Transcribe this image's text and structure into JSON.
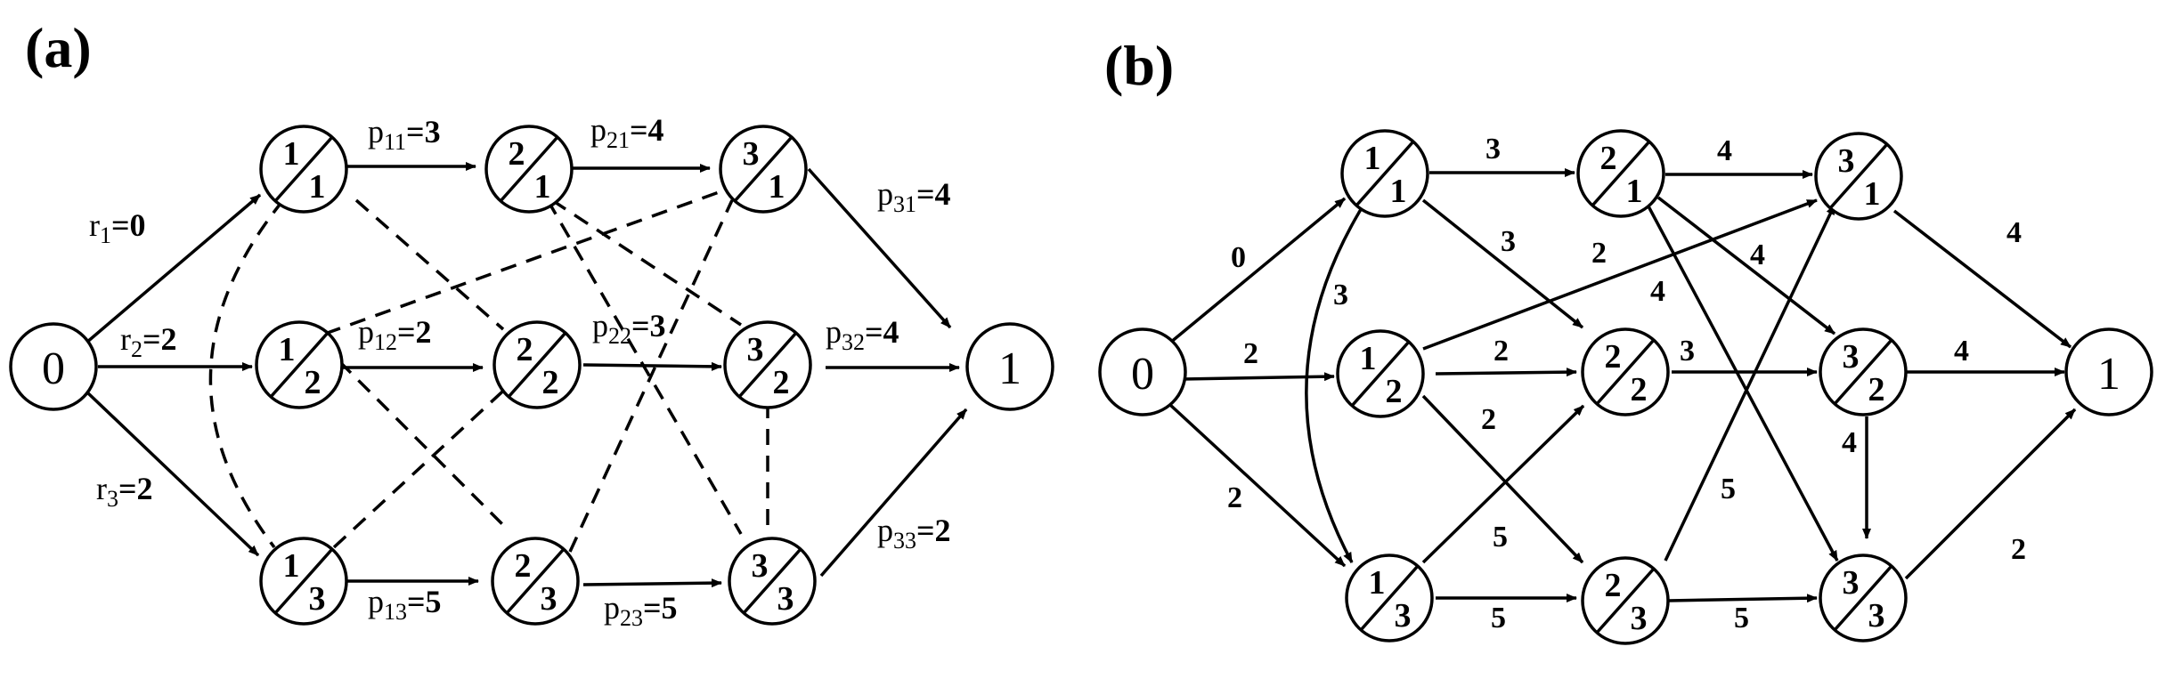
{
  "panel_a": {
    "label": "(a)",
    "source": "0",
    "sink": "1",
    "nodes": [
      {
        "id": "11",
        "num": "1",
        "den": "1"
      },
      {
        "id": "21",
        "num": "2",
        "den": "1"
      },
      {
        "id": "31",
        "num": "3",
        "den": "1"
      },
      {
        "id": "12",
        "num": "1",
        "den": "2"
      },
      {
        "id": "22",
        "num": "2",
        "den": "2"
      },
      {
        "id": "32",
        "num": "3",
        "den": "2"
      },
      {
        "id": "13",
        "num": "1",
        "den": "3"
      },
      {
        "id": "23",
        "num": "2",
        "den": "3"
      },
      {
        "id": "33",
        "num": "3",
        "den": "3"
      }
    ],
    "edge_labels": [
      {
        "base": "r",
        "sub": "1",
        "value": "0"
      },
      {
        "base": "r",
        "sub": "2",
        "value": "2"
      },
      {
        "base": "r",
        "sub": "3",
        "value": "2"
      },
      {
        "base": "p",
        "sub": "11",
        "value": "3"
      },
      {
        "base": "p",
        "sub": "21",
        "value": "4"
      },
      {
        "base": "p",
        "sub": "31",
        "value": "4"
      },
      {
        "base": "p",
        "sub": "12",
        "value": "2"
      },
      {
        "base": "p",
        "sub": "22",
        "value": "3"
      },
      {
        "base": "p",
        "sub": "32",
        "value": "4"
      },
      {
        "base": "p",
        "sub": "13",
        "value": "5"
      },
      {
        "base": "p",
        "sub": "23",
        "value": "5"
      },
      {
        "base": "p",
        "sub": "33",
        "value": "2"
      }
    ]
  },
  "panel_b": {
    "label": "(b)",
    "source": "0",
    "sink": "1",
    "nodes": [
      {
        "id": "11",
        "num": "1",
        "den": "1"
      },
      {
        "id": "21",
        "num": "2",
        "den": "1"
      },
      {
        "id": "31",
        "num": "3",
        "den": "1"
      },
      {
        "id": "12",
        "num": "1",
        "den": "2"
      },
      {
        "id": "22",
        "num": "2",
        "den": "2"
      },
      {
        "id": "32",
        "num": "3",
        "den": "2"
      },
      {
        "id": "13",
        "num": "1",
        "den": "3"
      },
      {
        "id": "23",
        "num": "2",
        "den": "3"
      },
      {
        "id": "33",
        "num": "3",
        "den": "3"
      }
    ],
    "edge_weights": [
      "0",
      "2",
      "2",
      "3",
      "4",
      "4",
      "3",
      "2",
      "5",
      "5",
      "5",
      "3",
      "2",
      "2",
      "4",
      "4",
      "5",
      "4",
      "2",
      "3",
      "4"
    ]
  }
}
